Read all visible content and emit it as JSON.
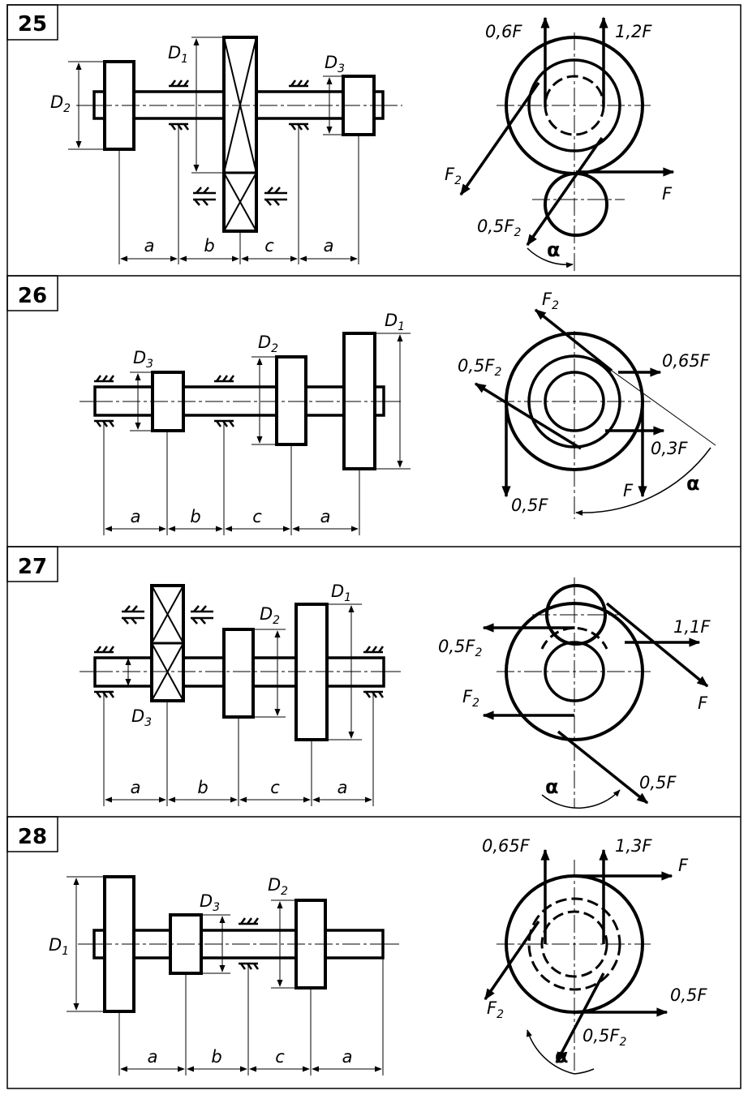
{
  "panels": [
    {
      "number": "25",
      "diameters": {
        "d1": "D1",
        "d2": "D2",
        "d3": "D3"
      },
      "spans": [
        "a",
        "b",
        "c",
        "a"
      ],
      "forces": {
        "f1": "0,6F",
        "f2": "1,2F",
        "f3": "F2",
        "f4": "F",
        "f5": "0,5F2"
      },
      "angle": "α"
    },
    {
      "number": "26",
      "diameters": {
        "d1": "D1",
        "d2": "D2",
        "d3": "D3"
      },
      "spans": [
        "a",
        "b",
        "c",
        "a"
      ],
      "forces": {
        "f1": "F2",
        "f2": "0,5F2",
        "f3": "0,65F",
        "f4": "0,3F",
        "f5": "F",
        "f6": "0,5F"
      },
      "angle": "α"
    },
    {
      "number": "27",
      "diameters": {
        "d1": "D1",
        "d2": "D2",
        "d3": "D3"
      },
      "spans": [
        "a",
        "b",
        "c",
        "a"
      ],
      "forces": {
        "f1": "0,5F2",
        "f2": "1,1F",
        "f3": "F",
        "f4": "F2",
        "f5": "0,5F"
      },
      "angle": "α"
    },
    {
      "number": "28",
      "diameters": {
        "d1": "D1",
        "d2": "D2",
        "d3": "D3"
      },
      "spans": [
        "a",
        "b",
        "c",
        "a"
      ],
      "forces": {
        "f1": "0,65F",
        "f2": "1,3F",
        "f3": "F",
        "f4": "F2",
        "f5": "0,5F",
        "f6": "0,5F2"
      },
      "angle": "α"
    }
  ]
}
